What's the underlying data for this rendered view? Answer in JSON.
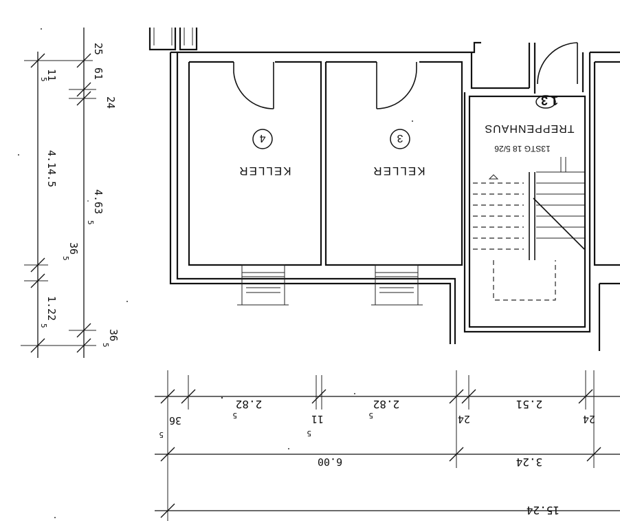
{
  "rooms": [
    {
      "number": "4",
      "name": "KELLER"
    },
    {
      "number": "3",
      "name": "KELLER"
    }
  ],
  "stairwell": {
    "name": "TREPPENHAUS",
    "steps": "13STG 18 5/26",
    "door_mark": "1 3"
  },
  "dimensions_vertical": {
    "top": "25",
    "d1": "11",
    "d1_sup": "5",
    "d2": "61",
    "d3": "24",
    "d4": "4.14.5",
    "d5": "4.63",
    "d5_sup": "5",
    "d6": "36",
    "d6_sup": "5",
    "d7": "1.22",
    "d7_sup": "5",
    "d8": "36",
    "d8_sup": "5"
  },
  "dimensions_horizontal": {
    "row1": [
      {
        "value": "36",
        "sup": "5"
      },
      {
        "value": "2.82",
        "sup": "5"
      },
      {
        "value": "11",
        "sup": "5"
      },
      {
        "value": "2.82",
        "sup": "5"
      },
      {
        "value": "24",
        "sup": ""
      },
      {
        "value": "2.51",
        "sup": ""
      },
      {
        "value": "24",
        "sup": ""
      }
    ],
    "row2": [
      {
        "value": "6.00"
      },
      {
        "value": "3.24"
      }
    ],
    "row3": [
      {
        "value": "15.24"
      }
    ]
  }
}
